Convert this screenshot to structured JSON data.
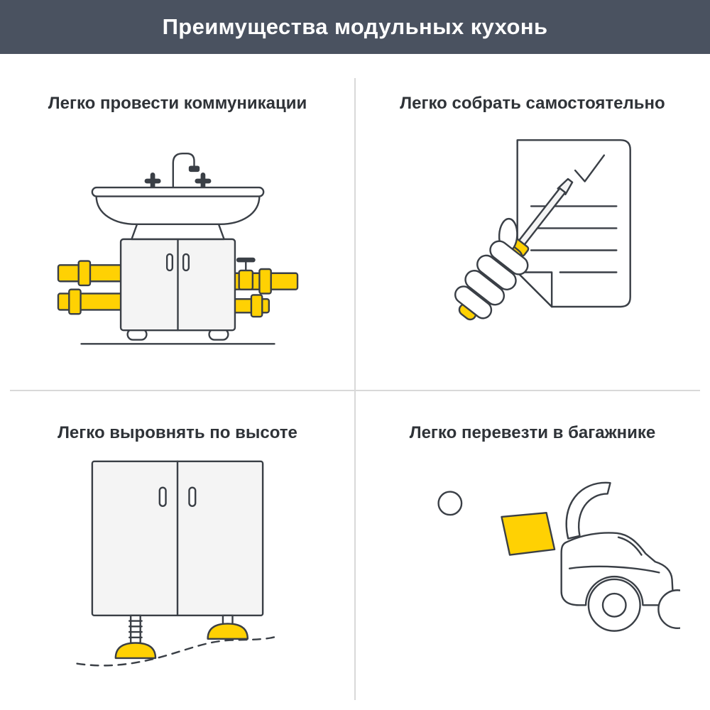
{
  "header": {
    "title": "Преимущества модульных кухонь"
  },
  "quadrants": [
    {
      "title": "Легко провести коммуникации",
      "illustration": "sink-cabinet-with-pipes-and-faucet"
    },
    {
      "title": "Легко собрать самостоятельно",
      "illustration": "hand-with-screwdriver-and-checklist"
    },
    {
      "title": "Легко выровнять по высоте",
      "illustration": "cabinet-with-adjustable-yellow-feet"
    },
    {
      "title": "Легко перевезти в багажнике",
      "illustration": "person-loading-box-into-car-trunk"
    }
  ],
  "theme": {
    "header_bg": "#4a5260",
    "header_text": "#ffffff",
    "title_color": "#2f3338",
    "accent": "#ffd103",
    "outline": "#3a3f46",
    "divider": "#d9d9d9",
    "background": "#ffffff"
  }
}
